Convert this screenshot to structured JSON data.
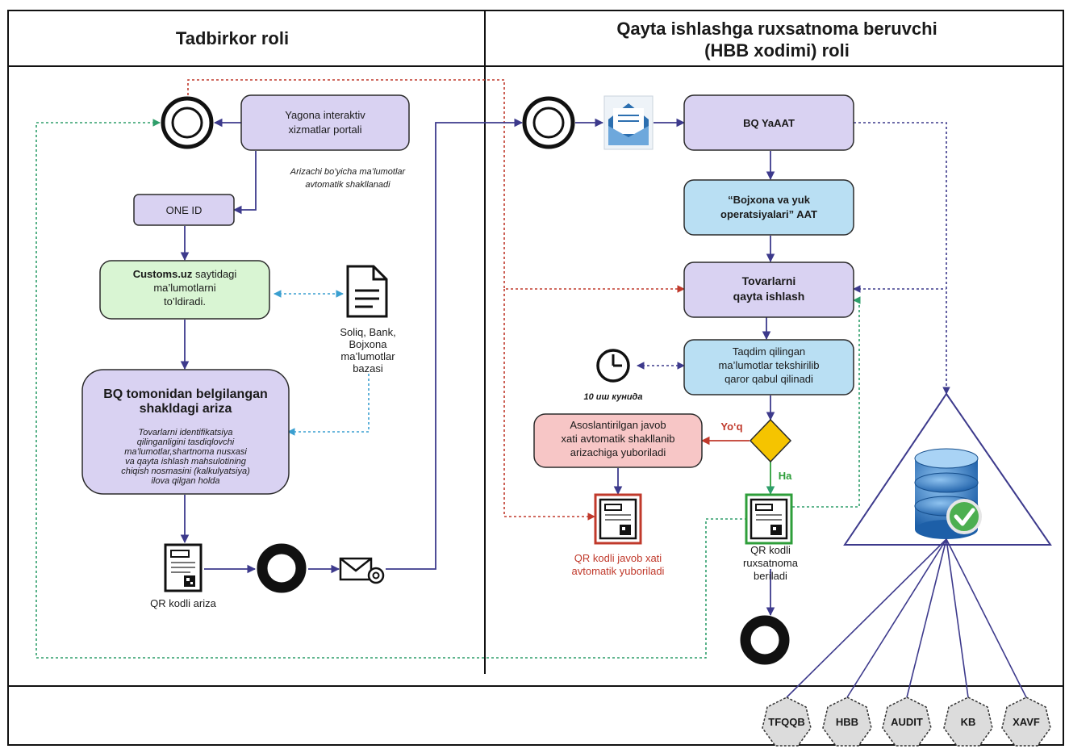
{
  "lanes": {
    "left_title": "Tadbirkor roli",
    "right_title_line1": "Qayta ishlashga ruxsatnoma beruvchi",
    "right_title_line2": "(HBB xodimi) roli"
  },
  "left": {
    "portal_line1": "Yagona interaktiv",
    "portal_line2": "xizmatlar portali",
    "auto_note_line1": "Arizachi bo’yicha ma’lumotlar",
    "auto_note_line2": "avtomatik shakllanadi",
    "oneid": "ONE ID",
    "customs_bold": "Customs.uz",
    "customs_rest": " saytidagi",
    "customs_line2": "ma’lumotlarni",
    "customs_line3": "to’ldiradi.",
    "db_line1": "Soliq, Bank,",
    "db_line2": "Bojxona",
    "db_line3": "ma’lumotlar",
    "db_line4": "bazasi",
    "app_title_line1": "BQ tomonidan belgilangan",
    "app_title_line2": "shakldagi ariza",
    "app_note_line1": "Tovarlarni identifikatsiya",
    "app_note_line2": "qilinganligini tasdiqlovchi",
    "app_note_line3": "ma’lumotlar,shartnoma nusxasi",
    "app_note_line4": "va qayta ishlash mahsulotining",
    "app_note_line5": "chiqish nosmasini (kalkulyatsiya)",
    "app_note_line6": "ilova qilgan holda",
    "qr_app": "QR kodli ariza"
  },
  "right": {
    "bq_yaaat": "BQ YaAAT",
    "aat_line1": "“Bojxona va yuk",
    "aat_line2": "operatsiyalari” AAT",
    "proc_line1": "Tovarlarni",
    "proc_line2": "qayta ishlash",
    "check_line1": "Taqdim qilingan",
    "check_line2": "ma’lumotlar tekshirilib",
    "check_line3": "qaror qabul qilinadi",
    "clock_label": "10 иш кунида",
    "reject_line1": "Asoslantirilgan javob",
    "reject_line2": "xati avtomatik shakllanib",
    "reject_line3": "arizachiga yuboriladi",
    "no_label": "Yo‘q",
    "yes_label": "Ha",
    "qr_reply_line1": "QR kodli javob xati",
    "qr_reply_line2": "avtomatik yuboriladi",
    "qr_permit_line1": "QR kodli",
    "qr_permit_line2": "ruxsatnoma",
    "qr_permit_line3": "beriladi"
  },
  "agencies": [
    "TFQQB",
    "HBB",
    "AUDIT",
    "KB",
    "XAVF"
  ],
  "colors": {
    "purple_box": "#d9d2f2",
    "green_box": "#d9f5d3",
    "blue_box": "#b9dff3",
    "red_box": "#f7c6c6",
    "diamond": "#f5c400",
    "flow": "#3d3a8c",
    "red_dotted": "#c0392b",
    "green_dotted": "#2e9e6a",
    "blue_dotted": "#3a9fd0",
    "yes_green": "#2e9e3a",
    "no_red": "#c0392b"
  }
}
